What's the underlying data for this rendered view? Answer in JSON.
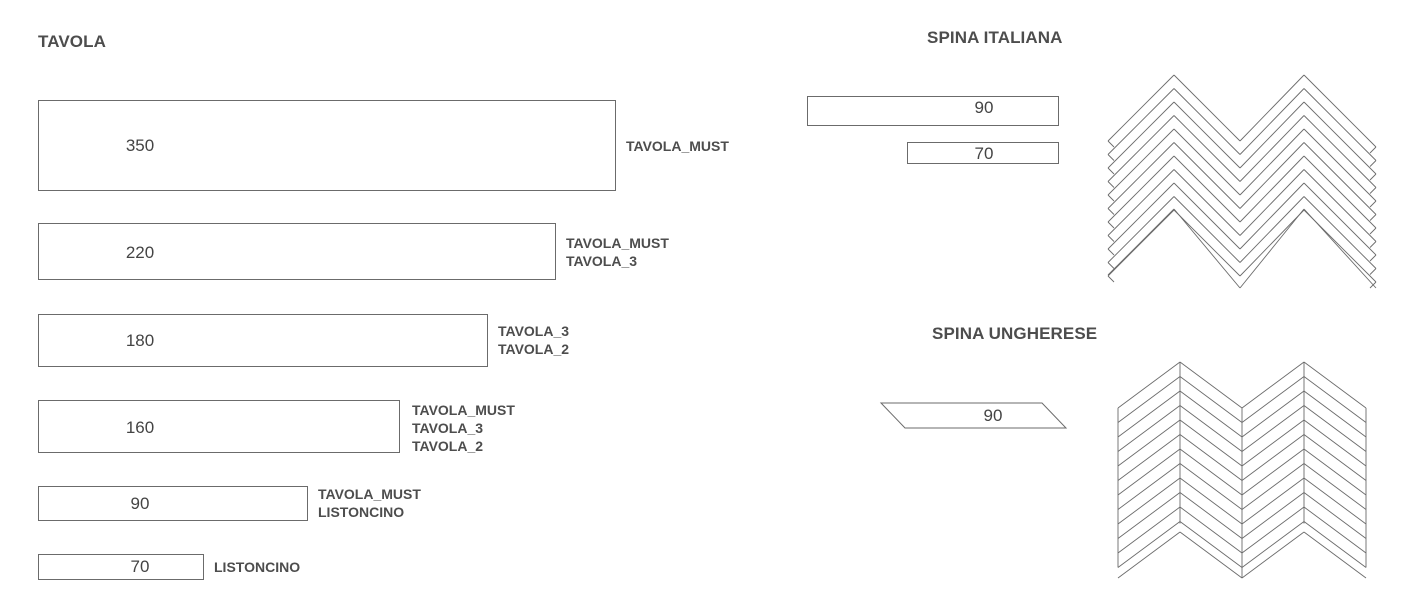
{
  "tavola": {
    "title": "TAVOLA",
    "planks": [
      {
        "value": "350",
        "labels": [
          "TAVOLA_MUST"
        ]
      },
      {
        "value": "220",
        "labels": [
          "TAVOLA_MUST",
          "TAVOLA_3"
        ]
      },
      {
        "value": "180",
        "labels": [
          "TAVOLA_3",
          "TAVOLA_2"
        ]
      },
      {
        "value": "160",
        "labels": [
          "TAVOLA_MUST",
          "TAVOLA_3",
          "TAVOLA_2"
        ]
      },
      {
        "value": "90",
        "labels": [
          "TAVOLA_MUST",
          "LISTONCINO"
        ]
      },
      {
        "value": "70",
        "labels": [
          "LISTONCINO"
        ]
      }
    ]
  },
  "spina_italiana": {
    "title": "SPINA ITALIANA",
    "planks": [
      {
        "value": "90"
      },
      {
        "value": "70"
      }
    ]
  },
  "spina_ungherese": {
    "title": "SPINA  UNGHERESE",
    "planks": [
      {
        "value": "90"
      }
    ]
  }
}
